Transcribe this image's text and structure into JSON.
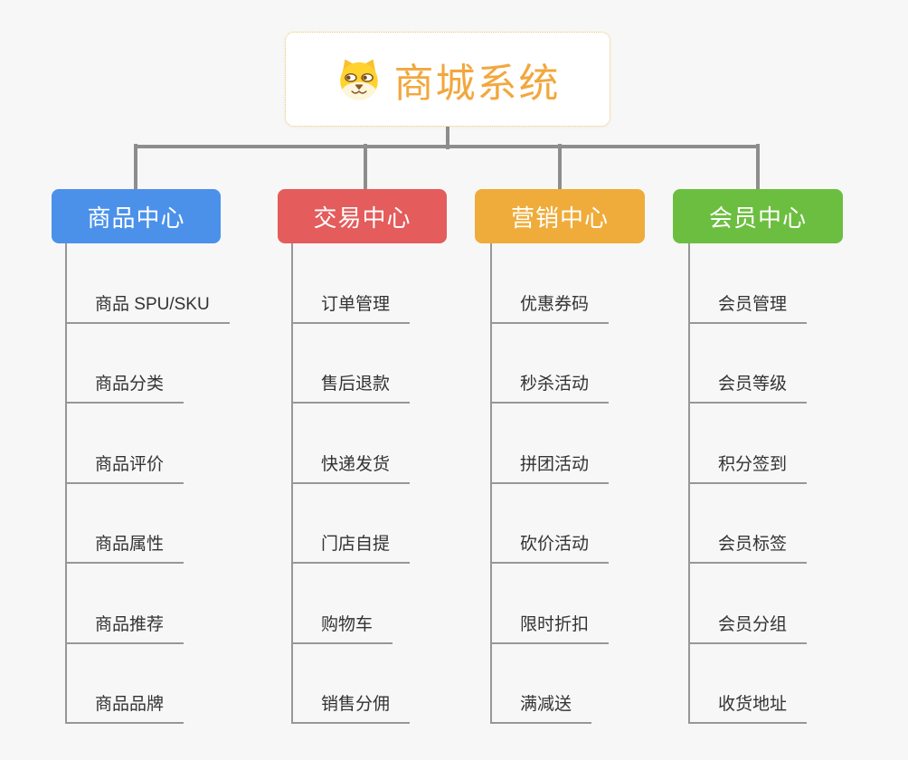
{
  "diagram": {
    "background_color": "#f7f7f7",
    "connector_color": "#8d8d8d",
    "leaf_line_color": "#979797",
    "root": {
      "label": "商城系统",
      "text_color": "#f2a73d",
      "border_color": "#f0bf6a",
      "icon": "dog-icon"
    },
    "branches": [
      {
        "label": "商品中心",
        "color": "#4b91ea",
        "children": [
          "商品 SPU/SKU",
          "商品分类",
          "商品评价",
          "商品属性",
          "商品推荐",
          "商品品牌"
        ]
      },
      {
        "label": "交易中心",
        "color": "#e45c5c",
        "children": [
          "订单管理",
          "售后退款",
          "快递发货",
          "门店自提",
          "购物车",
          "销售分佣"
        ]
      },
      {
        "label": "营销中心",
        "color": "#efac3a",
        "children": [
          "优惠券码",
          "秒杀活动",
          "拼团活动",
          "砍价活动",
          "限时折扣",
          "满减送"
        ]
      },
      {
        "label": "会员中心",
        "color": "#6cbe40",
        "children": [
          "会员管理",
          "会员等级",
          "积分签到",
          "会员标签",
          "会员分组",
          "收货地址"
        ]
      }
    ]
  }
}
